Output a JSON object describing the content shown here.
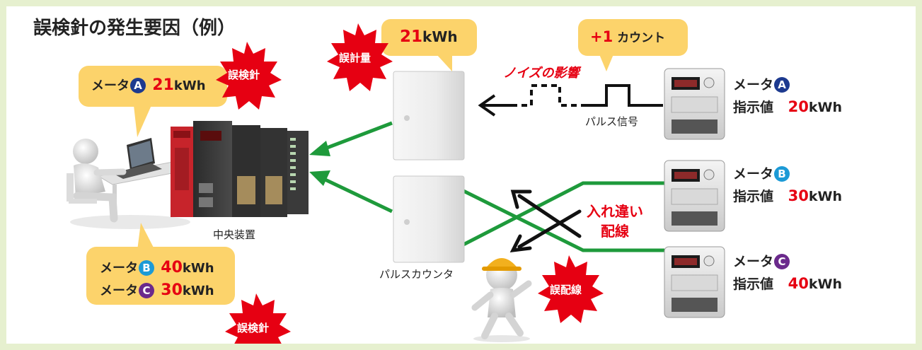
{
  "title": "誤検針の発生要因（例）",
  "colors": {
    "balloon": "#fcd36b",
    "alert_red": "#e60012",
    "wire_green": "#1e9a3b",
    "badge_a": "#1d3a8f",
    "badge_b": "#1c9ad6",
    "badge_c": "#6b2a8c",
    "border": "#e6f0cf"
  },
  "icons": {
    "person_pc": "person-at-laptop-icon",
    "central_unit": "plc-unit-icon",
    "pulse_box": "pulse-counter-box-icon",
    "meter": "electric-meter-icon",
    "worker": "worker-with-helmet-icon"
  },
  "pc_balloon": {
    "meter_label": "メータ",
    "badge_a": "A",
    "value": "21",
    "unit": "kWh"
  },
  "pc_balloon_bottom": {
    "row1_label": "メータ",
    "row1_badge": "B",
    "row1_value": "40",
    "row1_unit": "kWh",
    "row2_label": "メータ",
    "row2_badge": "C",
    "row2_value": "30",
    "row2_unit": "kWh"
  },
  "bursts": {
    "top": "誤検針",
    "bottom": "誤検針",
    "count": "誤計量",
    "wiring": "誤配線"
  },
  "counter_balloon": {
    "value": "21",
    "unit": "kWh"
  },
  "pulse_balloon": {
    "prefix": "+1",
    "text": "カウント"
  },
  "noise_label": "ノイズの影響",
  "pulse_signal_label": "パルス信号",
  "central_unit_label": "中央装置",
  "pulse_counter_label": "パルスカウンタ",
  "crossed_wiring": {
    "line1": "入れ違い",
    "line2": "配線"
  },
  "meters": [
    {
      "label": "メータ",
      "badge": "A",
      "reading_label": "指示値",
      "value": "20",
      "unit": "kWh"
    },
    {
      "label": "メータ",
      "badge": "B",
      "reading_label": "指示値",
      "value": "30",
      "unit": "kWh"
    },
    {
      "label": "メータ",
      "badge": "C",
      "reading_label": "指示値",
      "value": "40",
      "unit": "kWh"
    }
  ]
}
